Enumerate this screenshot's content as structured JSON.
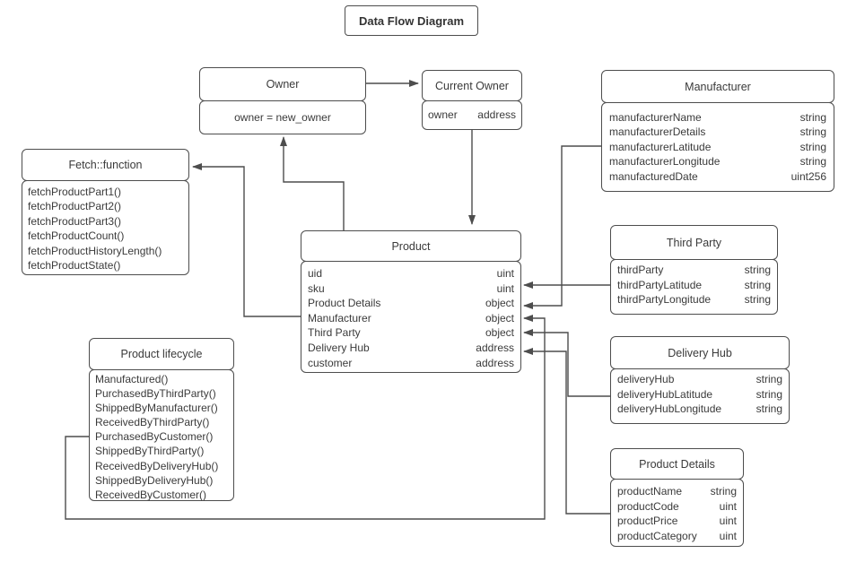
{
  "diagram_title": "Data Flow Diagram",
  "colors": {
    "stroke": "#4d4d4d",
    "text": "#3a3a3a",
    "background": "#ffffff"
  },
  "boxes": {
    "owner": {
      "title": "Owner",
      "body": "owner = new_owner"
    },
    "current_owner": {
      "title": "Current Owner",
      "fields": [
        {
          "name": "owner",
          "type": "address"
        }
      ]
    },
    "manufacturer": {
      "title": "Manufacturer",
      "fields": [
        {
          "name": "manufacturerName",
          "type": "string"
        },
        {
          "name": "manufacturerDetails",
          "type": "string"
        },
        {
          "name": "manufacturerLatitude",
          "type": "string"
        },
        {
          "name": "manufacturerLongitude",
          "type": "string"
        },
        {
          "name": "manufacturedDate",
          "type": "uint256"
        }
      ]
    },
    "fetch": {
      "title": "Fetch::function",
      "methods": [
        "fetchProductPart1()",
        "fetchProductPart2()",
        "fetchProductPart3()",
        "fetchProductCount()",
        "fetchProductHistoryLength()",
        "fetchProductState()"
      ]
    },
    "product": {
      "title": "Product",
      "fields": [
        {
          "name": "uid",
          "type": "uint"
        },
        {
          "name": "sku",
          "type": "uint"
        },
        {
          "name": "Product Details",
          "type": "object"
        },
        {
          "name": "Manufacturer",
          "type": "object"
        },
        {
          "name": "Third Party",
          "type": "object"
        },
        {
          "name": "Delivery Hub",
          "type": "address"
        },
        {
          "name": "customer",
          "type": "address"
        }
      ]
    },
    "third_party": {
      "title": "Third Party",
      "fields": [
        {
          "name": "thirdParty",
          "type": "string"
        },
        {
          "name": "thirdPartyLatitude",
          "type": "string"
        },
        {
          "name": "thirdPartyLongitude",
          "type": "string"
        }
      ]
    },
    "lifecycle": {
      "title": "Product lifecycle",
      "methods": [
        "Manufactured()",
        "PurchasedByThirdParty()",
        "ShippedByManufacturer()",
        "ReceivedByThirdParty()",
        "PurchasedByCustomer()",
        "ShippedByThirdParty()",
        "ReceivedByDeliveryHub()",
        "ShippedByDeliveryHub()",
        "ReceivedByCustomer()"
      ]
    },
    "delivery_hub": {
      "title": "Delivery Hub",
      "fields": [
        {
          "name": "deliveryHub",
          "type": "string"
        },
        {
          "name": "deliveryHubLatitude",
          "type": "string"
        },
        {
          "name": "deliveryHubLongitude",
          "type": "string"
        }
      ]
    },
    "product_details": {
      "title": "Product Details",
      "fields": [
        {
          "name": "productName",
          "type": "string"
        },
        {
          "name": "productCode",
          "type": "uint"
        },
        {
          "name": "productPrice",
          "type": "uint"
        },
        {
          "name": "productCategory",
          "type": "uint"
        }
      ]
    }
  }
}
